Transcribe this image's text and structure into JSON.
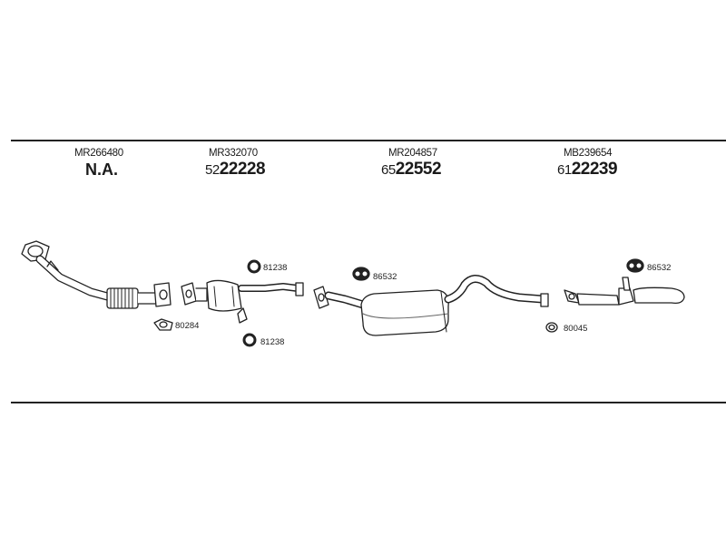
{
  "columns": [
    {
      "oe": "MR266480",
      "label": "N.A."
    },
    {
      "oe": "MR332070",
      "prefix": "52",
      "main": "22228"
    },
    {
      "oe": "MR204857",
      "prefix": "65",
      "main": "22552"
    },
    {
      "oe": "MB239654",
      "prefix": "61",
      "main": "22239"
    }
  ],
  "callouts": {
    "gasket_front": "80284",
    "clamp_ring_a": "81238",
    "clamp_ring_b": "81238",
    "hanger_middle": "86532",
    "gasket_rear": "80045",
    "hanger_rear": "86532"
  },
  "colors": {
    "line": "#222222",
    "fill": "#ffffff",
    "shade": "#bbbbbb"
  }
}
